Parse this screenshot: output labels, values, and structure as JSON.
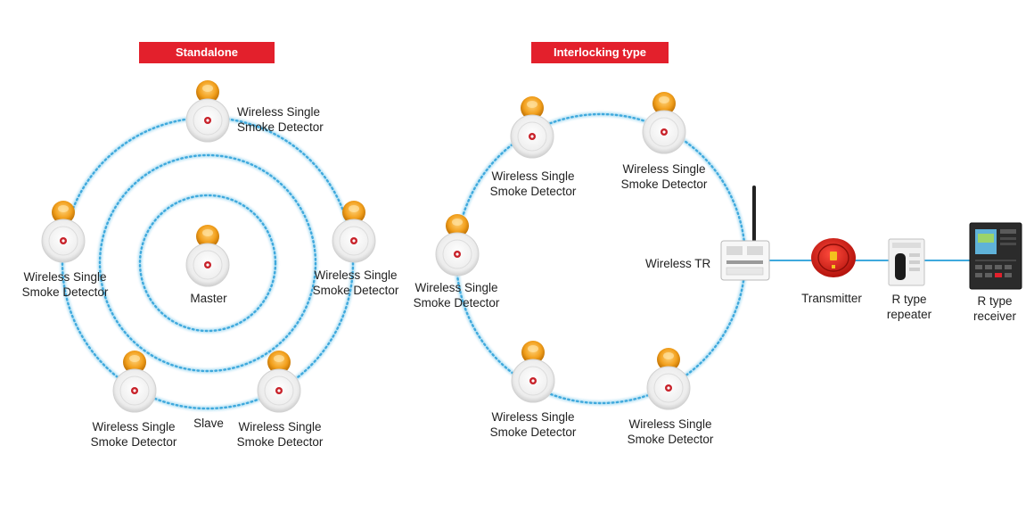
{
  "colors": {
    "header_bg": "#e3202c",
    "wave": "#7ecbec",
    "wave_dot": "#3fa9dd",
    "beacon": "#f2a01d",
    "detector_body": "#f2f2f2"
  },
  "icons": {
    "detector": "smoke-detector-icon",
    "antenna_box": "wireless-tr-icon",
    "transmitter": "transmitter-icon",
    "repeater": "repeater-icon",
    "receiver": "receiver-panel-icon"
  },
  "standalone": {
    "header": "Standalone",
    "master": "Master",
    "slave": "Slave",
    "detector_line1": "Wireless Single",
    "detector_line2": "Smoke Detector"
  },
  "interlocking": {
    "header": "Interlocking type",
    "detector_line1": "Wireless Single",
    "detector_line2": "Smoke Detector",
    "wireless_tr": "Wireless TR",
    "transmitter": "Transmitter",
    "repeater_line1": "R type",
    "repeater_line2": "repeater",
    "receiver_line1": "R type",
    "receiver_line2": "receiver"
  }
}
